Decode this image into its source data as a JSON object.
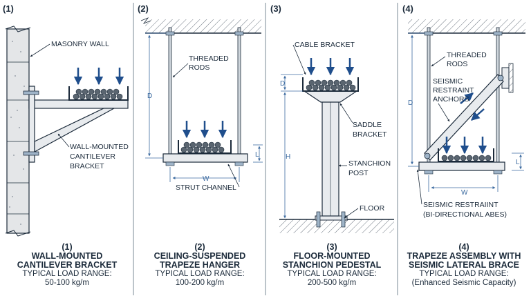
{
  "panels": [
    {
      "number": "(1)",
      "labels": [
        "MASONRY WALL",
        "WALL-MOUNTED",
        "CANTILEVER",
        "BRACKET"
      ],
      "caption_number": "(1)",
      "caption_title": [
        "WALL-MOUNTED",
        "CANTILEVER BRACKET"
      ],
      "range_label": "TYPICAL LOAD RANGE:",
      "range_value": "50-100 kg/m"
    },
    {
      "number": "(2)",
      "labels": [
        "THREADED",
        "RODS",
        "STRUT CHANNEL"
      ],
      "dims": {
        "d": "D",
        "l": "L",
        "w": "W"
      },
      "caption_number": "(2)",
      "caption_title": [
        "CEILING-SUSPENDED",
        "TRAPEZE HANGER"
      ],
      "range_label": "TYPICAL LOAD RANGE:",
      "range_value": "100-200 kg/m"
    },
    {
      "number": "(3)",
      "labels": [
        "CABLE BRACKET",
        "SADDLE",
        "BRACKET",
        "STANCHION",
        "POST",
        "FLOOR"
      ],
      "dims": {
        "d": "D",
        "h": "H"
      },
      "caption_number": "(3)",
      "caption_title": [
        "FLOOR-MOUNTED",
        "STANCHION PEDESTAL"
      ],
      "range_label": "TYPICAL LOAD RANGE:",
      "range_value": "200-500 kg/m"
    },
    {
      "number": "(4)",
      "labels": [
        "THREADED",
        "RODS",
        "SEISMIC",
        "RESTRAINT",
        "ANCHORS",
        "SEISMIC RESTRAIINT",
        "(BI-DIRECTIONAL ABES)"
      ],
      "dims": {
        "d": "D",
        "l": "L",
        "w": "W"
      },
      "caption_number": "(4)",
      "caption_title": [
        "TRAPEZE ASSEMBLY WITH",
        "SEISMIC LATERAL BRACE"
      ],
      "range_label": "TYPICAL LOAD RANGE:",
      "range_value": "(Enhanced Seismic Capacity)"
    }
  ],
  "colors": {
    "arrow": "#1f4e8c",
    "dimension": "#3b6aa0",
    "line": "#1b2a3a",
    "steel": "#e8ebee"
  }
}
